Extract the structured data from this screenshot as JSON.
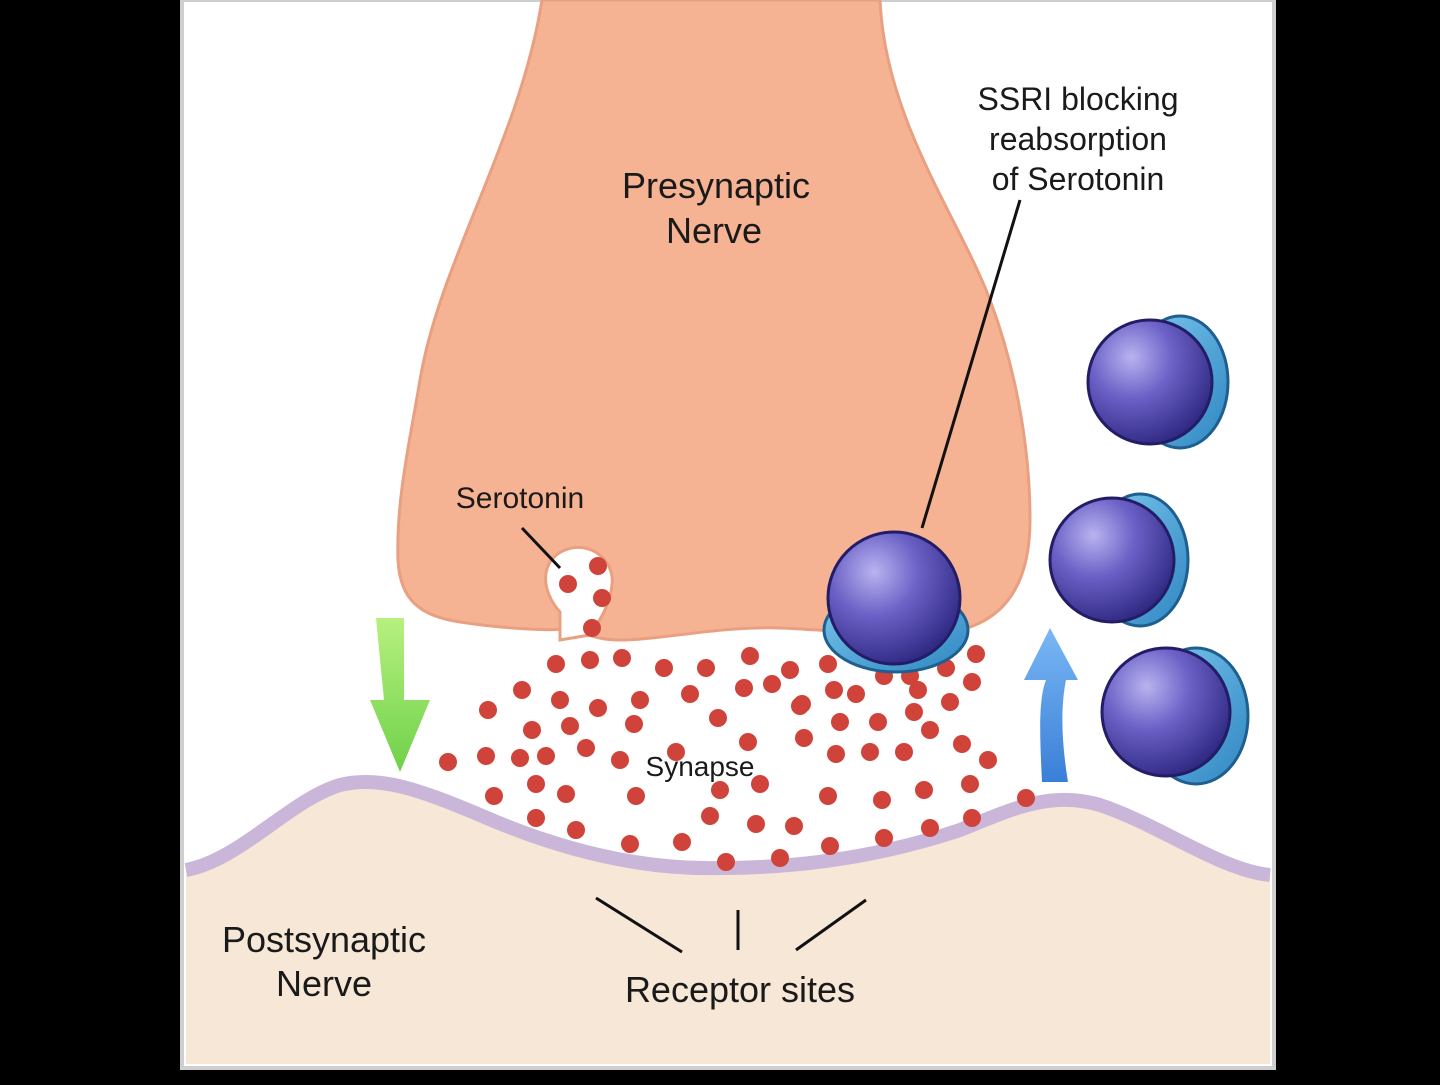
{
  "labels": {
    "presynaptic_line1": "Presynaptic",
    "presynaptic_line2": "Nerve",
    "ssri_line1": "SSRI blocking",
    "ssri_line2": "reabsorption",
    "ssri_line3": "of Serotonin",
    "serotonin": "Serotonin",
    "synapse": "Synapse",
    "postsynaptic_line1": "Postsynaptic",
    "postsynaptic_line2": "Nerve",
    "receptor_sites": "Receptor sites"
  },
  "colors": {
    "background": "#000000",
    "panel": "#ffffff",
    "panel_border": "#cfcfcf",
    "presynaptic": "#f6b393",
    "presynaptic_edge": "#e8a080",
    "postsynaptic": "#f6e7d7",
    "membrane": "#c9b6d8",
    "serotonin": "#d0433b",
    "ssri_sphere": "#5a4fb3",
    "ssri_base": "#3fa6d9",
    "arrow_green": "#8fe05a",
    "arrow_blue": "#4a90e2"
  }
}
